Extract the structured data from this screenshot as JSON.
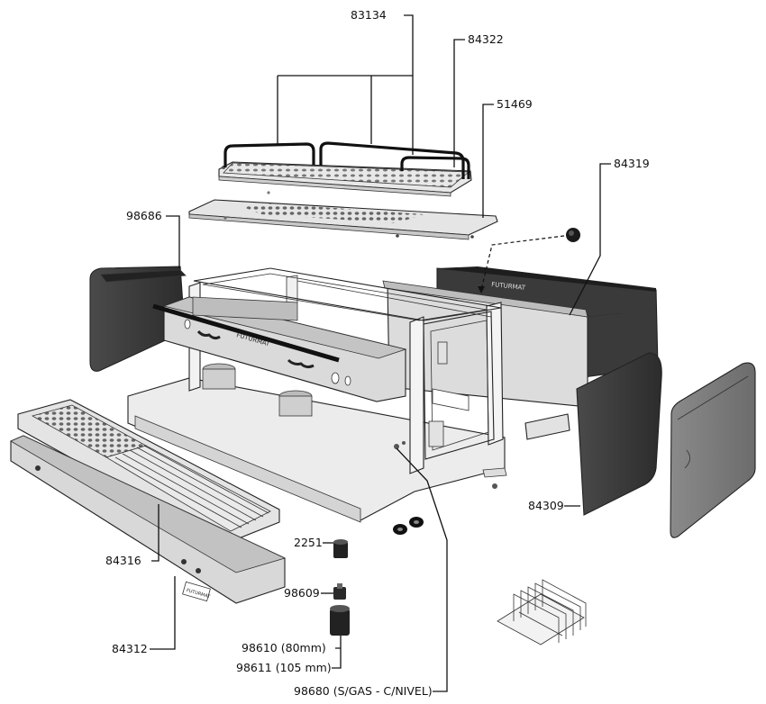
{
  "labels": {
    "p83134": "83134",
    "p84322": "84322",
    "p51469": "51469",
    "p84319": "84319",
    "p98686": "98686",
    "p84309": "84309",
    "p2251": "2251",
    "p84316": "84316",
    "p98609": "98609",
    "p98610": "98610 (80mm)",
    "p98611": "98611 (105 mm)",
    "p84312": "84312",
    "p98680": "98680 (S/GAS - C/NIVEL)"
  },
  "brand": {
    "panel_text": "FUTURMAT",
    "front_text": "FUTURMAT",
    "strip_text": "FUTURMAT"
  }
}
